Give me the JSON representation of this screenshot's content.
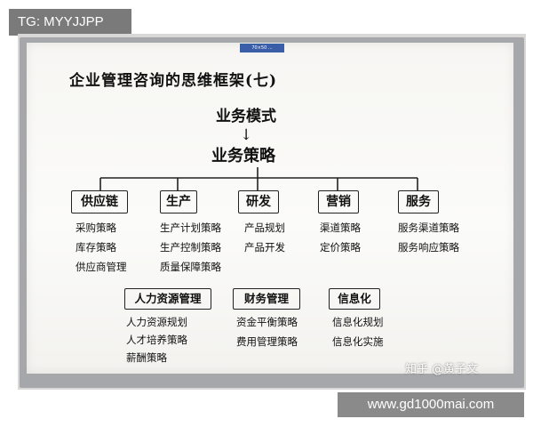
{
  "watermark_tag": "TG: MYYJJPP",
  "watermark_zhihu": "知乎 @黄子文",
  "watermark_url": "www.gd1000mai.com",
  "board": {
    "brand_sticker": "70×50 ...",
    "title": "企业管理咨询的思维框架(七)",
    "business_model": "业务模式",
    "arrow": "↓",
    "business_strategy": "业务策略",
    "categories": [
      {
        "label": "供应链",
        "items": [
          "采购策略",
          "库存策略",
          "供应商管理"
        ]
      },
      {
        "label": "生产",
        "items": [
          "生产计划策略",
          "生产控制策略",
          "质量保障策略"
        ]
      },
      {
        "label": "研发",
        "items": [
          "产品规划",
          "产品开发"
        ]
      },
      {
        "label": "营销",
        "items": [
          "渠道策略",
          "定价策略"
        ]
      },
      {
        "label": "服务",
        "items": [
          "服务渠道策略",
          "服务响应策略"
        ]
      }
    ],
    "support_functions": [
      {
        "label": "人力资源管理",
        "items": [
          "人力资源规划",
          "人才培养策略",
          "薪酬策略"
        ]
      },
      {
        "label": "财务管理",
        "items": [
          "资金平衡策略",
          "费用管理策略"
        ]
      },
      {
        "label": "信息化",
        "items": [
          "信息化规划",
          "信息化实施"
        ]
      }
    ]
  }
}
